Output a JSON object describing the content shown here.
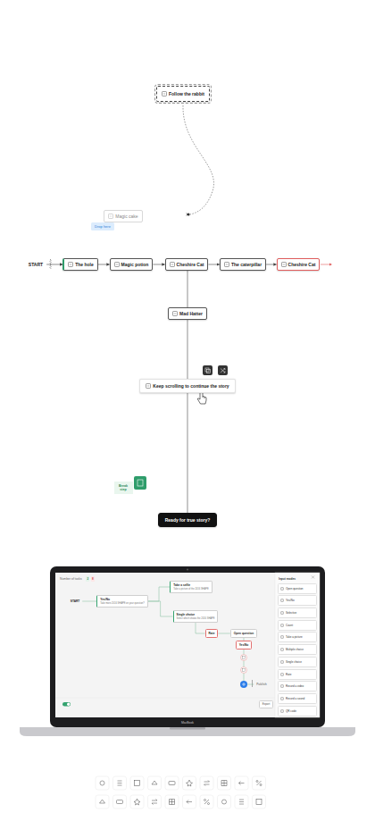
{
  "diagram": {
    "nodes": [
      {
        "text": [
          "Follow the rabbit"
        ]
      },
      {
        "text": [
          "Magic cake"
        ]
      },
      {
        "text": [
          "START"
        ]
      },
      {
        "text": [
          "The hole"
        ]
      },
      {
        "text": [
          "Magic potion"
        ]
      },
      {
        "text": [
          "Cheshire Cat"
        ]
      },
      {
        "text": [
          "The caterpillar"
        ]
      },
      {
        "text": [
          "Cheshire Cat"
        ]
      },
      {
        "text": [
          "Mad Hatter"
        ]
      },
      {
        "text": [
          "Keep scrolling to continue the story"
        ]
      },
      {
        "text": [
          "Break step"
        ]
      },
      {
        "text": [
          "Ready for true story?"
        ]
      },
      {
        "text": [
          "START"
        ]
      },
      {
        "text": [
          "Yes/No",
          "Take more 2016 SHAPE on your question?"
        ]
      },
      {
        "text": [
          "Take a selfie",
          "Take a picture of the 2016 SHAPE"
        ]
      },
      {
        "text": [
          "Single choice",
          "Select which shows the 2016 SHAPE"
        ]
      },
      {
        "text": [
          "Rate"
        ]
      },
      {
        "text": [
          "Open question"
        ]
      },
      {
        "text": [
          "Yes/No"
        ]
      },
      {
        "text": [
          "Publish"
        ]
      },
      {
        "text": [
          "Input modes"
        ]
      },
      {
        "text": [
          "Open question"
        ],
        "in": 20
      },
      {
        "text": [
          "Yes/No"
        ],
        "in": 20
      },
      {
        "text": [
          "Selective"
        ],
        "in": 20
      },
      {
        "text": [
          "Count"
        ],
        "in": 20
      },
      {
        "text": [
          "Take a picture"
        ],
        "in": 20
      },
      {
        "text": [
          "Multiple choice"
        ],
        "in": 20
      },
      {
        "text": [
          "Single choice"
        ],
        "in": 20
      },
      {
        "text": [
          "Rate"
        ],
        "in": 20
      },
      {
        "text": [
          "Record a video"
        ],
        "in": 20
      },
      {
        "text": [
          "Record a sound"
        ],
        "in": 20
      },
      {
        "text": [
          "QR code"
        ],
        "in": 20
      }
    ],
    "edges": [
      {
        "from": 2,
        "to": 3,
        "arrow": "to"
      },
      {
        "from": 3,
        "to": 4,
        "arrow": "to"
      },
      {
        "from": 4,
        "to": 5,
        "arrow": "to"
      },
      {
        "from": 5,
        "to": 6,
        "arrow": "to"
      },
      {
        "from": 6,
        "to": 7,
        "arrow": "to"
      },
      {
        "from": 5,
        "to": 8,
        "arrow": "none"
      },
      {
        "from": 8,
        "to": 9,
        "arrow": "none"
      },
      {
        "from": 9,
        "to": 11,
        "arrow": "none"
      },
      {
        "from": 12,
        "to": 13,
        "arrow": "none"
      },
      {
        "from": 13,
        "to": 14,
        "arrow": "none"
      },
      {
        "from": 13,
        "to": 15,
        "arrow": "none"
      },
      {
        "from": 15,
        "to": 16,
        "arrow": "none"
      },
      {
        "from": 16,
        "to": 17,
        "arrow": "none"
      },
      {
        "from": 17,
        "to": 18,
        "arrow": "none"
      },
      {
        "from": 18,
        "to": 19,
        "arrow": "none"
      }
    ],
    "labels": [
      "Drop here",
      "Number of tasks",
      "2",
      "8",
      "Export",
      "MacBook"
    ]
  }
}
